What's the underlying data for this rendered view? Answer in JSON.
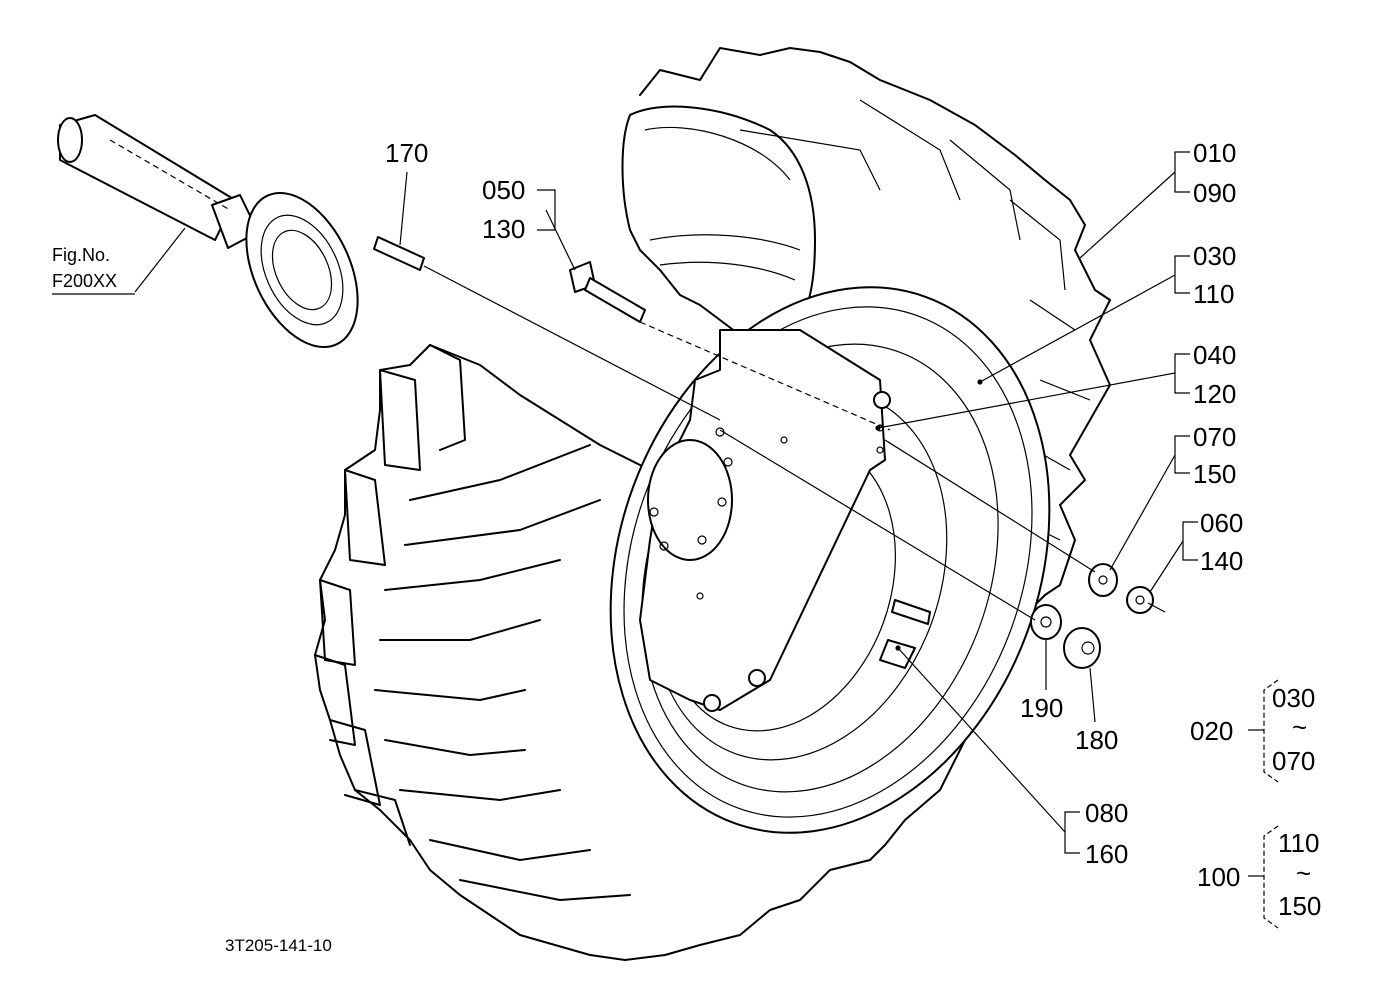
{
  "figure_ref": {
    "line1": "Fig.No.",
    "line2": "F200XX"
  },
  "drawing_code": "3T205-141-10",
  "callouts": {
    "p170": "170",
    "p050": "050",
    "p130": "130",
    "p010": "010",
    "p090": "090",
    "p030": "030",
    "p110": "110",
    "p040": "040",
    "p120": "120",
    "p070": "070",
    "p150": "150",
    "p060": "060",
    "p140": "140",
    "p190": "190",
    "p180": "180",
    "p080": "080",
    "p160": "160"
  },
  "assemblies": [
    {
      "id": "020",
      "from": "030",
      "tilde": "~",
      "to": "070"
    },
    {
      "id": "100",
      "from": "110",
      "tilde": "~",
      "to": "150"
    }
  ]
}
